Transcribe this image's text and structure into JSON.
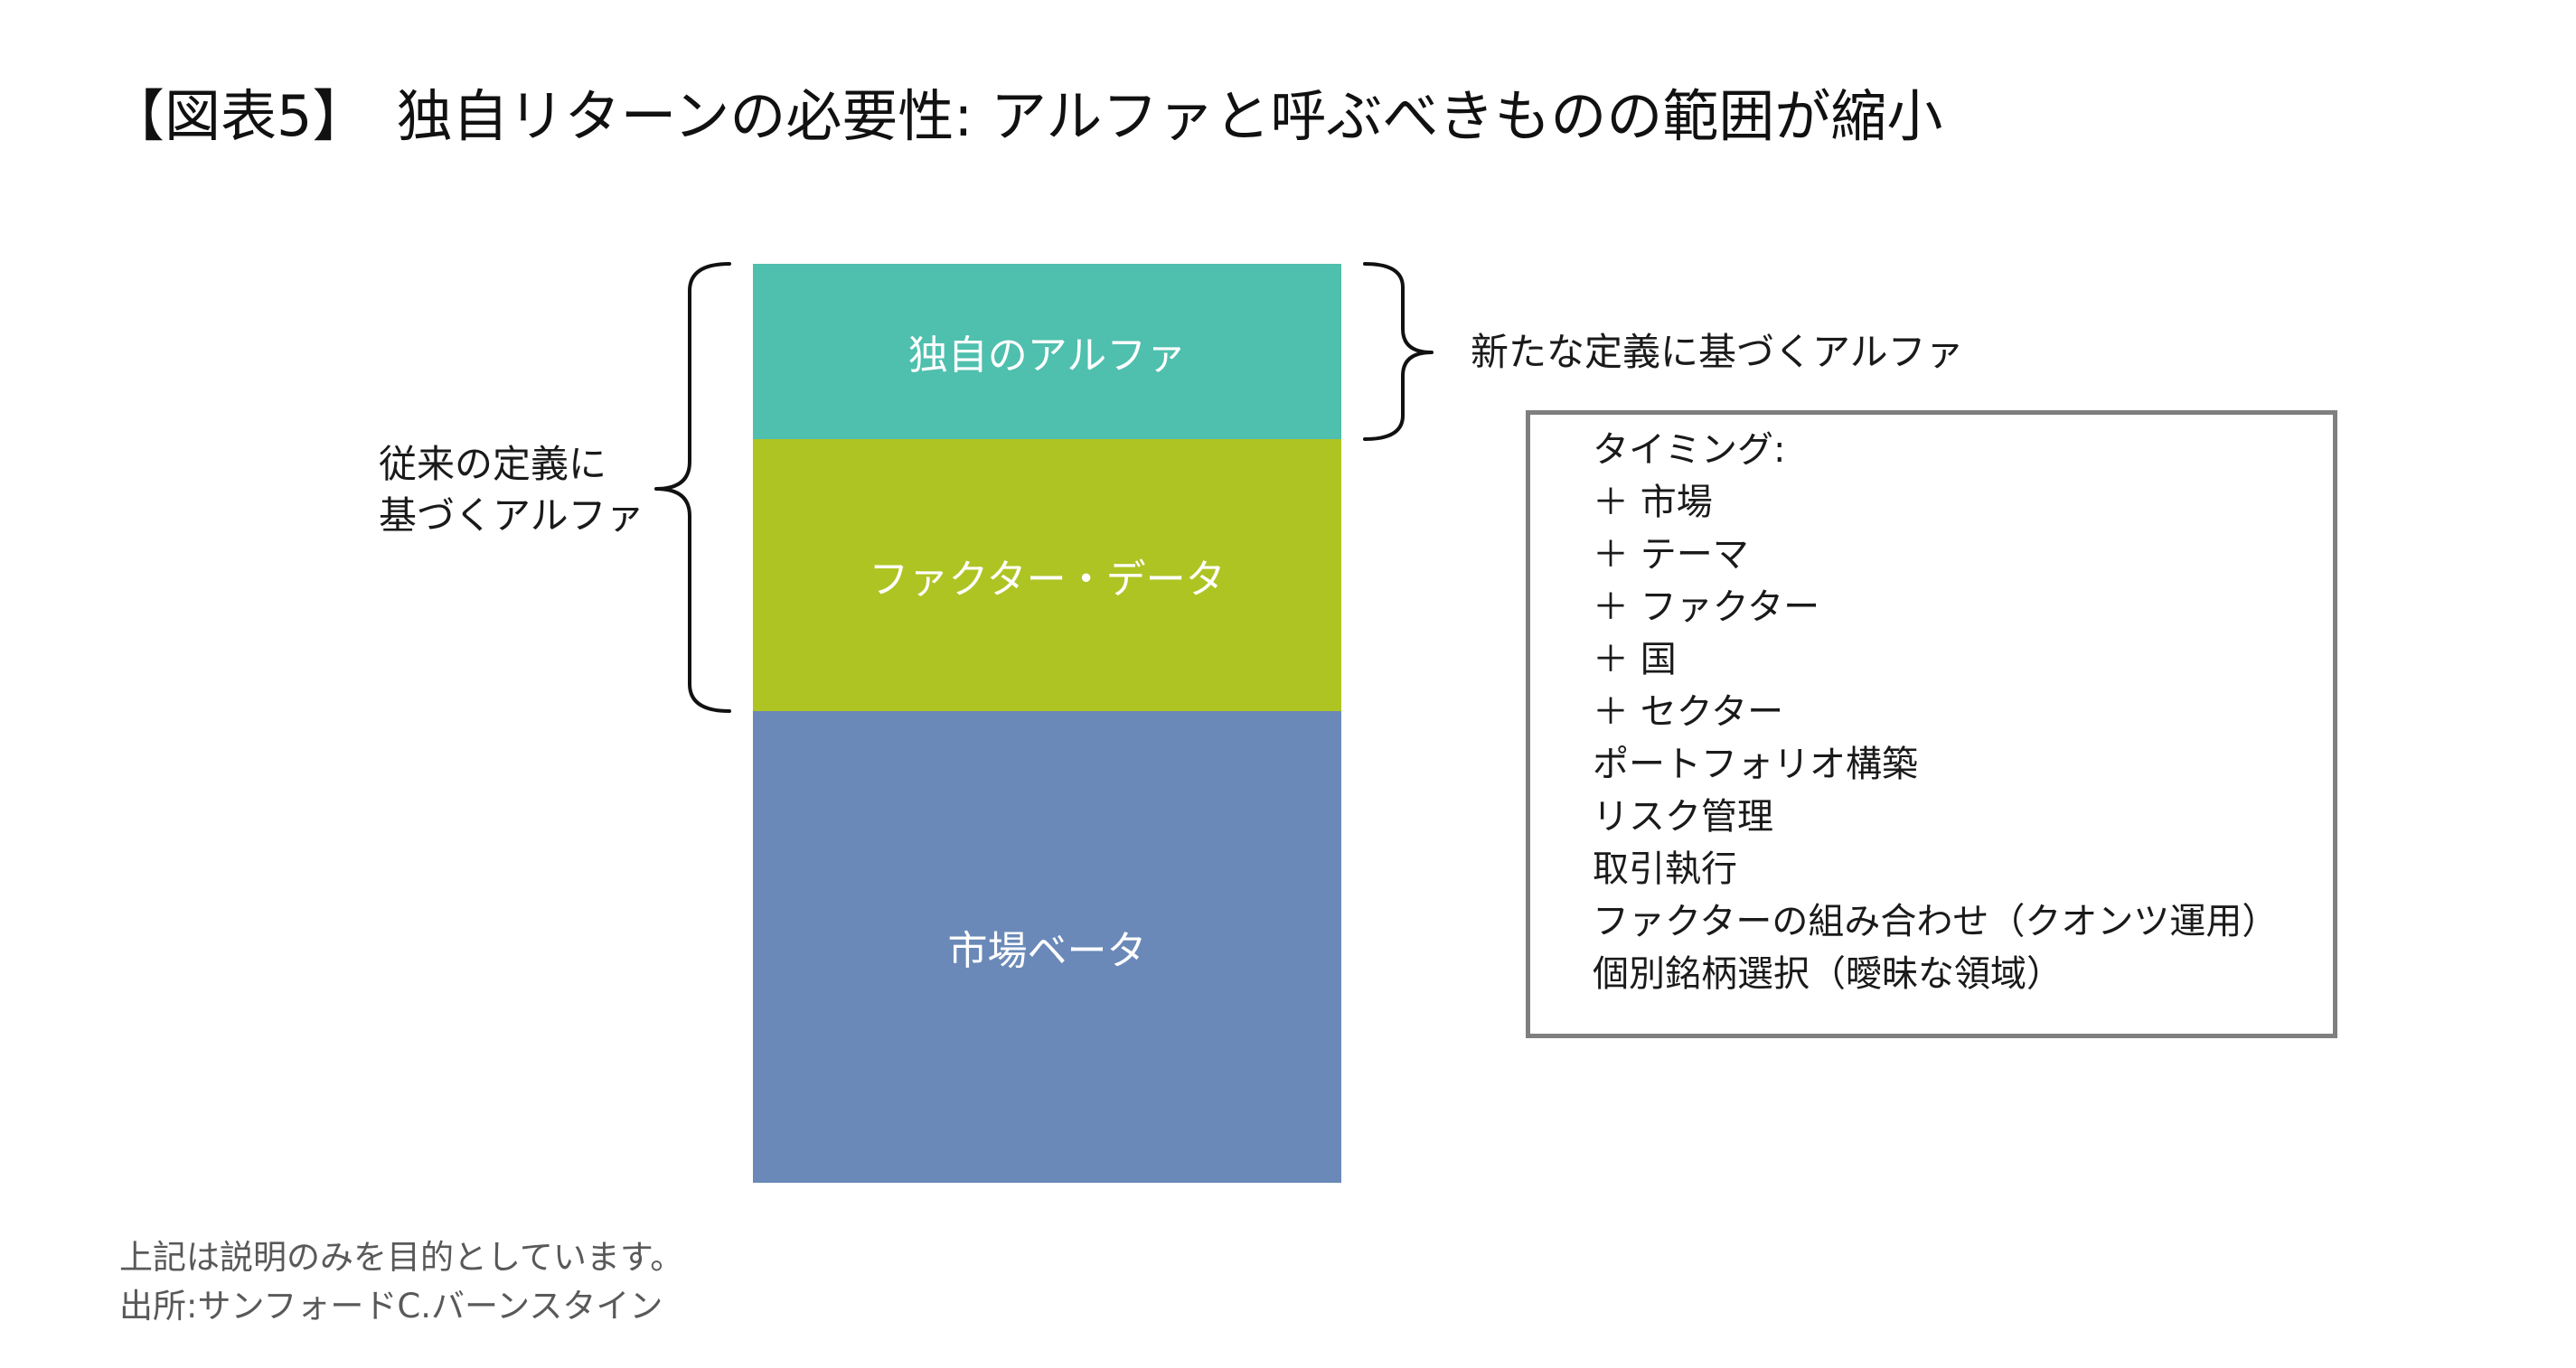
{
  "title": "【図表5】　独自リターンの必要性: アルファと呼ぶべきものの範囲が縮小",
  "stack": {
    "layers": [
      {
        "label": "独自のアルファ",
        "color": "#4fbfae"
      },
      {
        "label": "ファクター・データ",
        "color": "#aec423"
      },
      {
        "label": "市場ベータ",
        "color": "#6a89b8"
      }
    ]
  },
  "left_brace": {
    "label_lines": [
      "従来の定義に",
      "基づくアルファ"
    ]
  },
  "right_brace": {
    "label": "新たな定義に基づくアルファ"
  },
  "box": {
    "lines": [
      "タイミング:",
      "＋ 市場",
      "＋ テーマ",
      "＋ ファクター",
      "＋ 国",
      "＋ セクター",
      "ポートフォリオ構築",
      "リスク管理",
      "取引執行",
      "ファクターの組み合わせ（クオンツ運用）",
      "個別銘柄選択（曖昧な領域）"
    ]
  },
  "footnotes": [
    "上記は説明のみを目的としています。",
    "出所:サンフォードC.バーンスタイン"
  ]
}
